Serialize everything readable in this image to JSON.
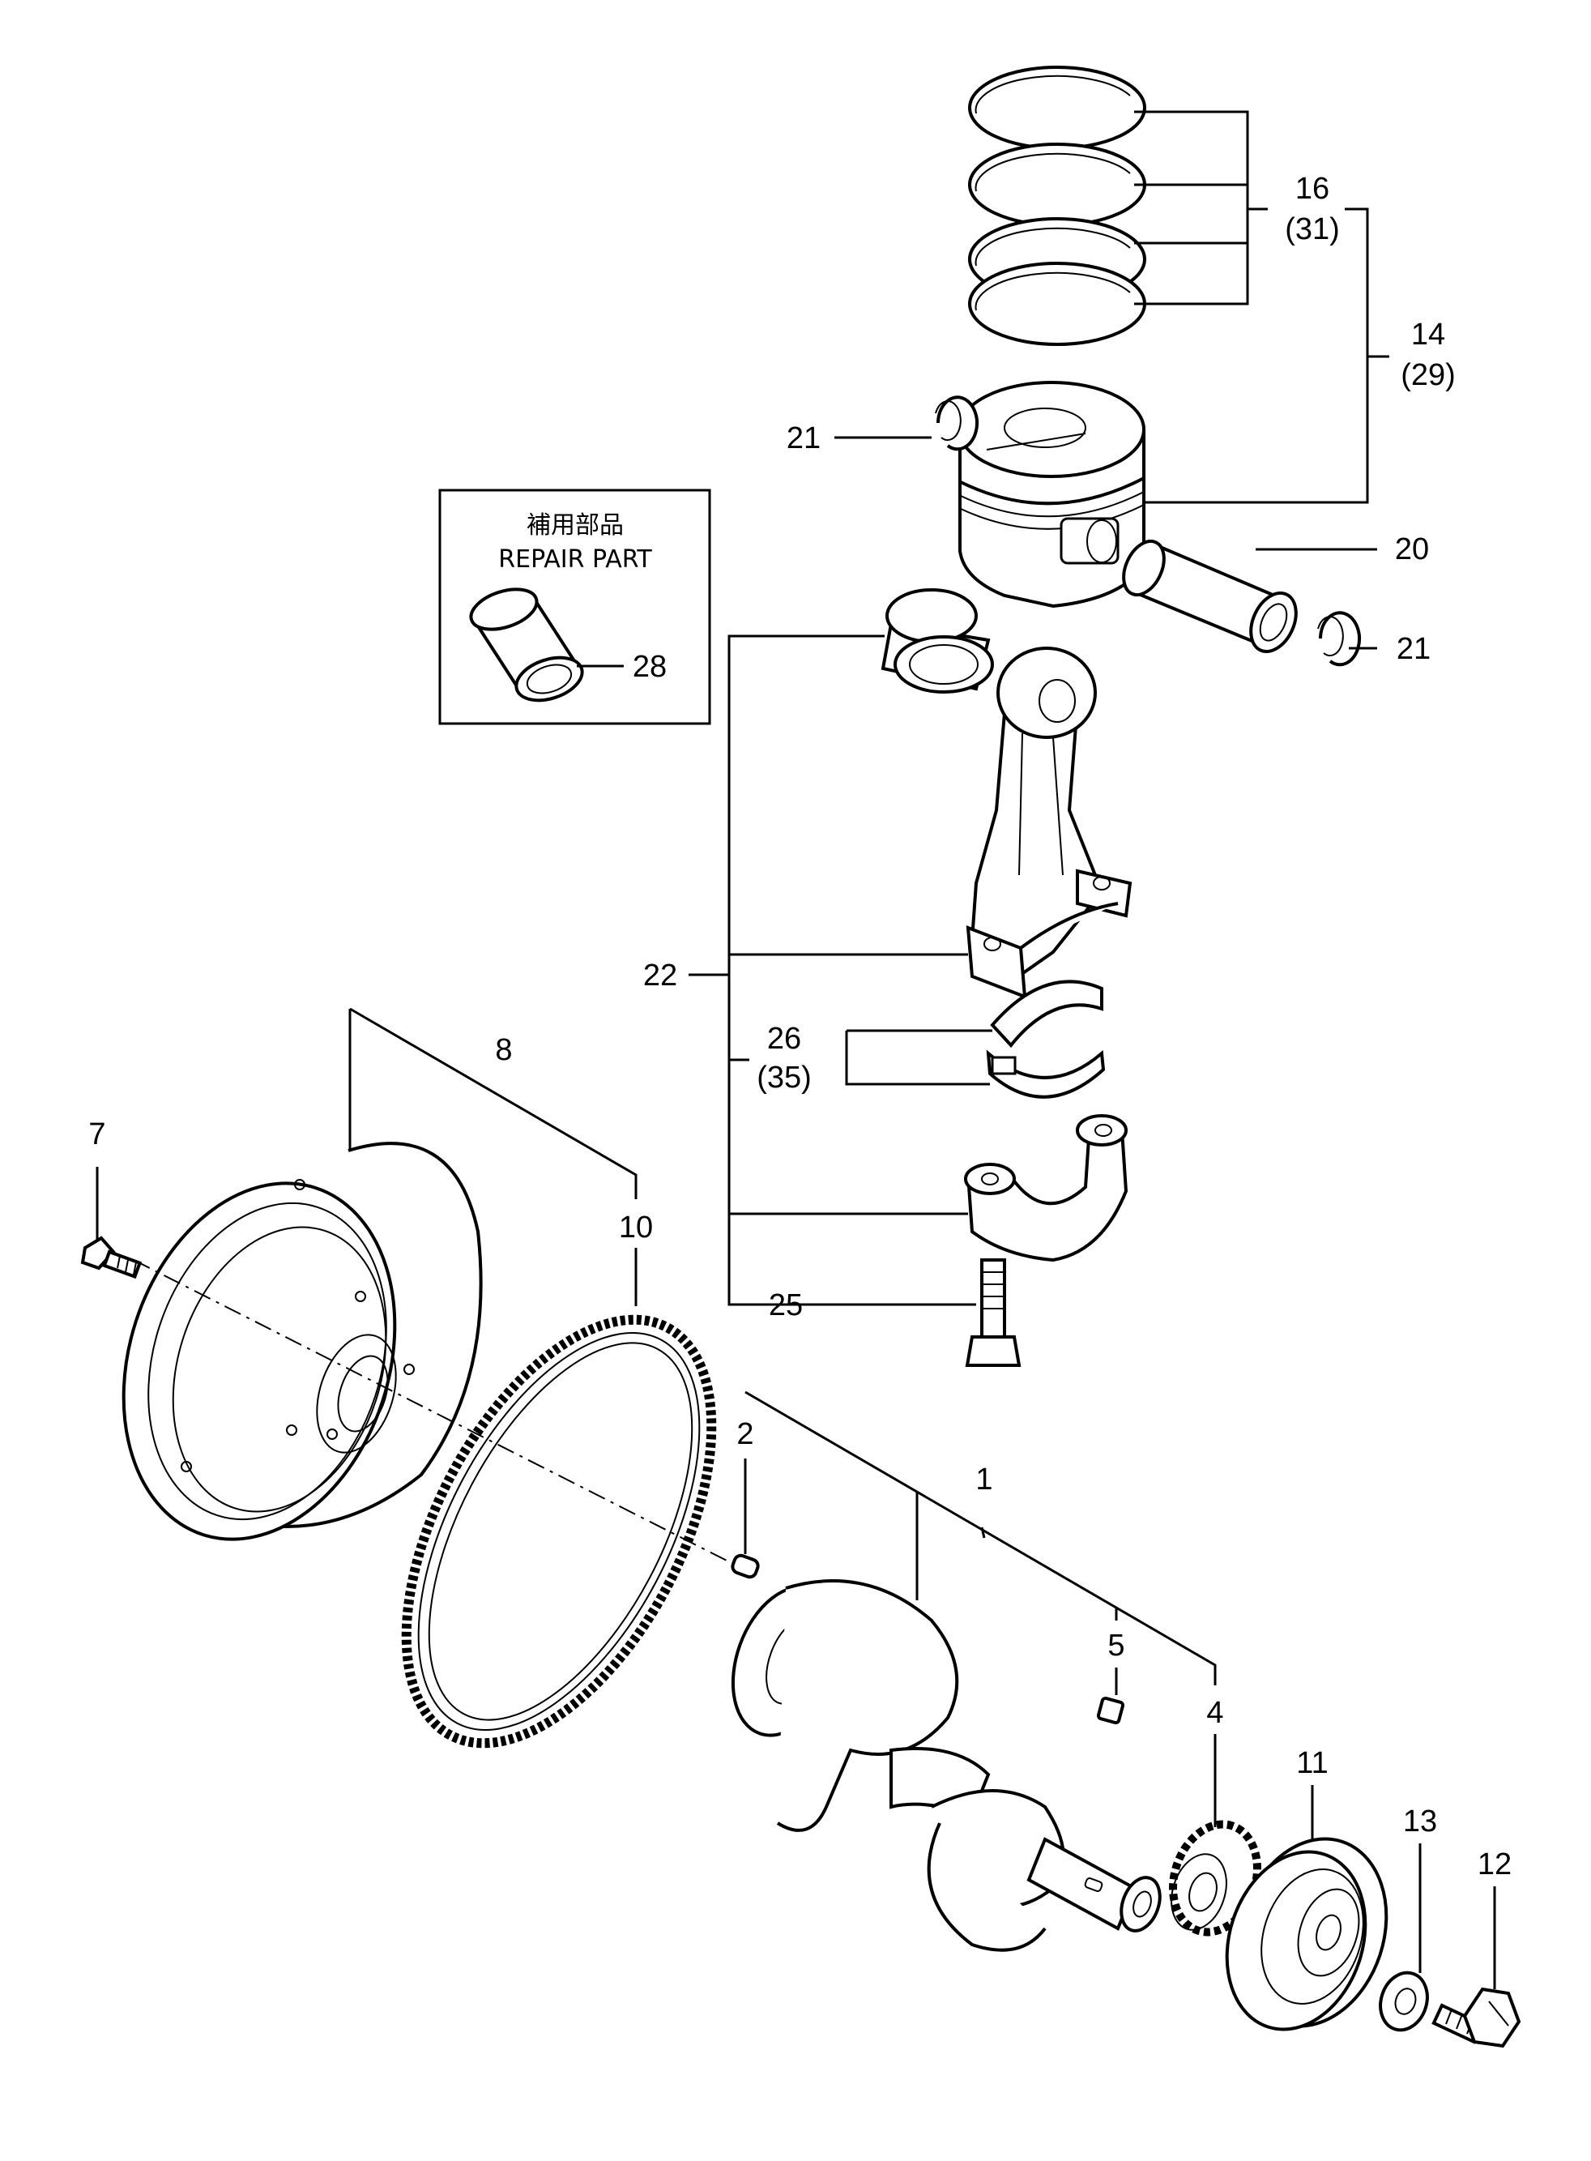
{
  "repair_box": {
    "title_jp": "補用部品",
    "title_en": "REPAIR PART"
  },
  "callouts": {
    "p1": "1",
    "p2": "2",
    "p4": "4",
    "p5": "5",
    "p7": "7",
    "p8": "8",
    "p10": "10",
    "p11": "11",
    "p12": "12",
    "p13": "13",
    "p14": "14",
    "p14b": "(29)",
    "p16": "16",
    "p16b": "(31)",
    "p20": "20",
    "p21a": "21",
    "p21b": "21",
    "p22": "22",
    "p25": "25",
    "p26": "26",
    "p26b": "(35)",
    "p28": "28"
  }
}
